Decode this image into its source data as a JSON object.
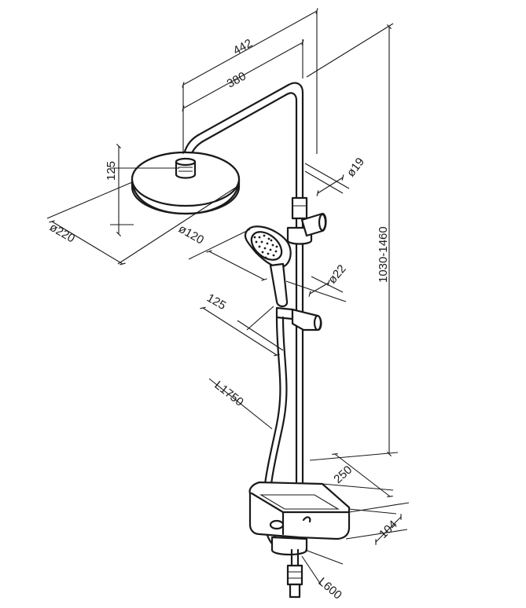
{
  "dimensions": {
    "arm_total_width": "442",
    "arm_reach": "380",
    "rail_diameter": "ø19",
    "head_height": "125",
    "head_diameter": "ø220",
    "hand_shower_diameter": "ø120",
    "bracket_diameter": "ø22",
    "hand_shower_length": "125",
    "height_range": "1030-1460",
    "hose_length": "L1750",
    "shelf_width": "250",
    "shelf_depth": "104",
    "inlet_length": "L600"
  },
  "colors": {
    "line": "#1a1a1a",
    "background": "#ffffff"
  }
}
